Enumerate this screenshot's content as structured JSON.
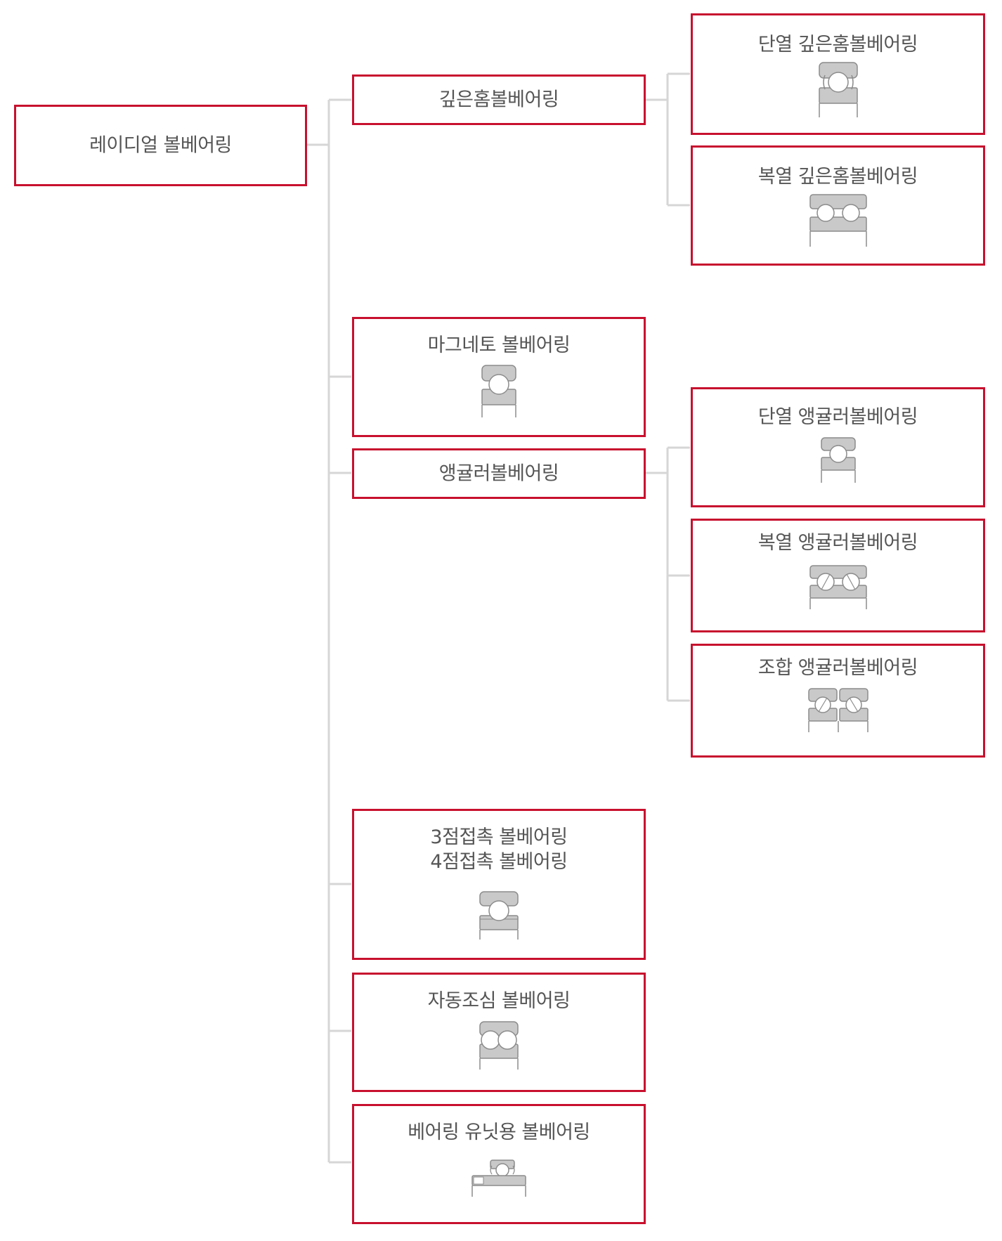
{
  "diagram": {
    "root": {
      "label": "레이디얼 볼베어링"
    },
    "children": [
      {
        "label": "깊은홈볼베어링",
        "children": [
          {
            "label": "단열 깊은홈볼베어링",
            "icon": "single-row-deep-groove-bearing-icon"
          },
          {
            "label": "복열 깊은홈볼베어링",
            "icon": "double-row-deep-groove-bearing-icon"
          }
        ]
      },
      {
        "label": "마그네토 볼베어링",
        "icon": "magneto-bearing-icon"
      },
      {
        "label": "앵귤러볼베어링",
        "children": [
          {
            "label": "단열 앵귤러볼베어링",
            "icon": "single-row-angular-bearing-icon"
          },
          {
            "label": "복열 앵귤러볼베어링",
            "icon": "double-row-angular-bearing-icon"
          },
          {
            "label": "조합 앵귤러볼베어링",
            "icon": "matched-angular-bearing-icon"
          }
        ]
      },
      {
        "label_line1": "3점접촉 볼베어링",
        "label_line2": "4점접촉 볼베어링",
        "icon": "four-point-contact-bearing-icon"
      },
      {
        "label": "자동조심 볼베어링",
        "icon": "self-aligning-bearing-icon"
      },
      {
        "label": "베어링 유닛용 볼베어링",
        "icon": "bearing-unit-ball-bearing-icon"
      }
    ]
  },
  "colors": {
    "border": "#c8102e",
    "connector": "#d6d6d6",
    "text": "#555555",
    "bearing_fill": "#c9c9c9",
    "bearing_stroke": "#8c8c8c"
  }
}
